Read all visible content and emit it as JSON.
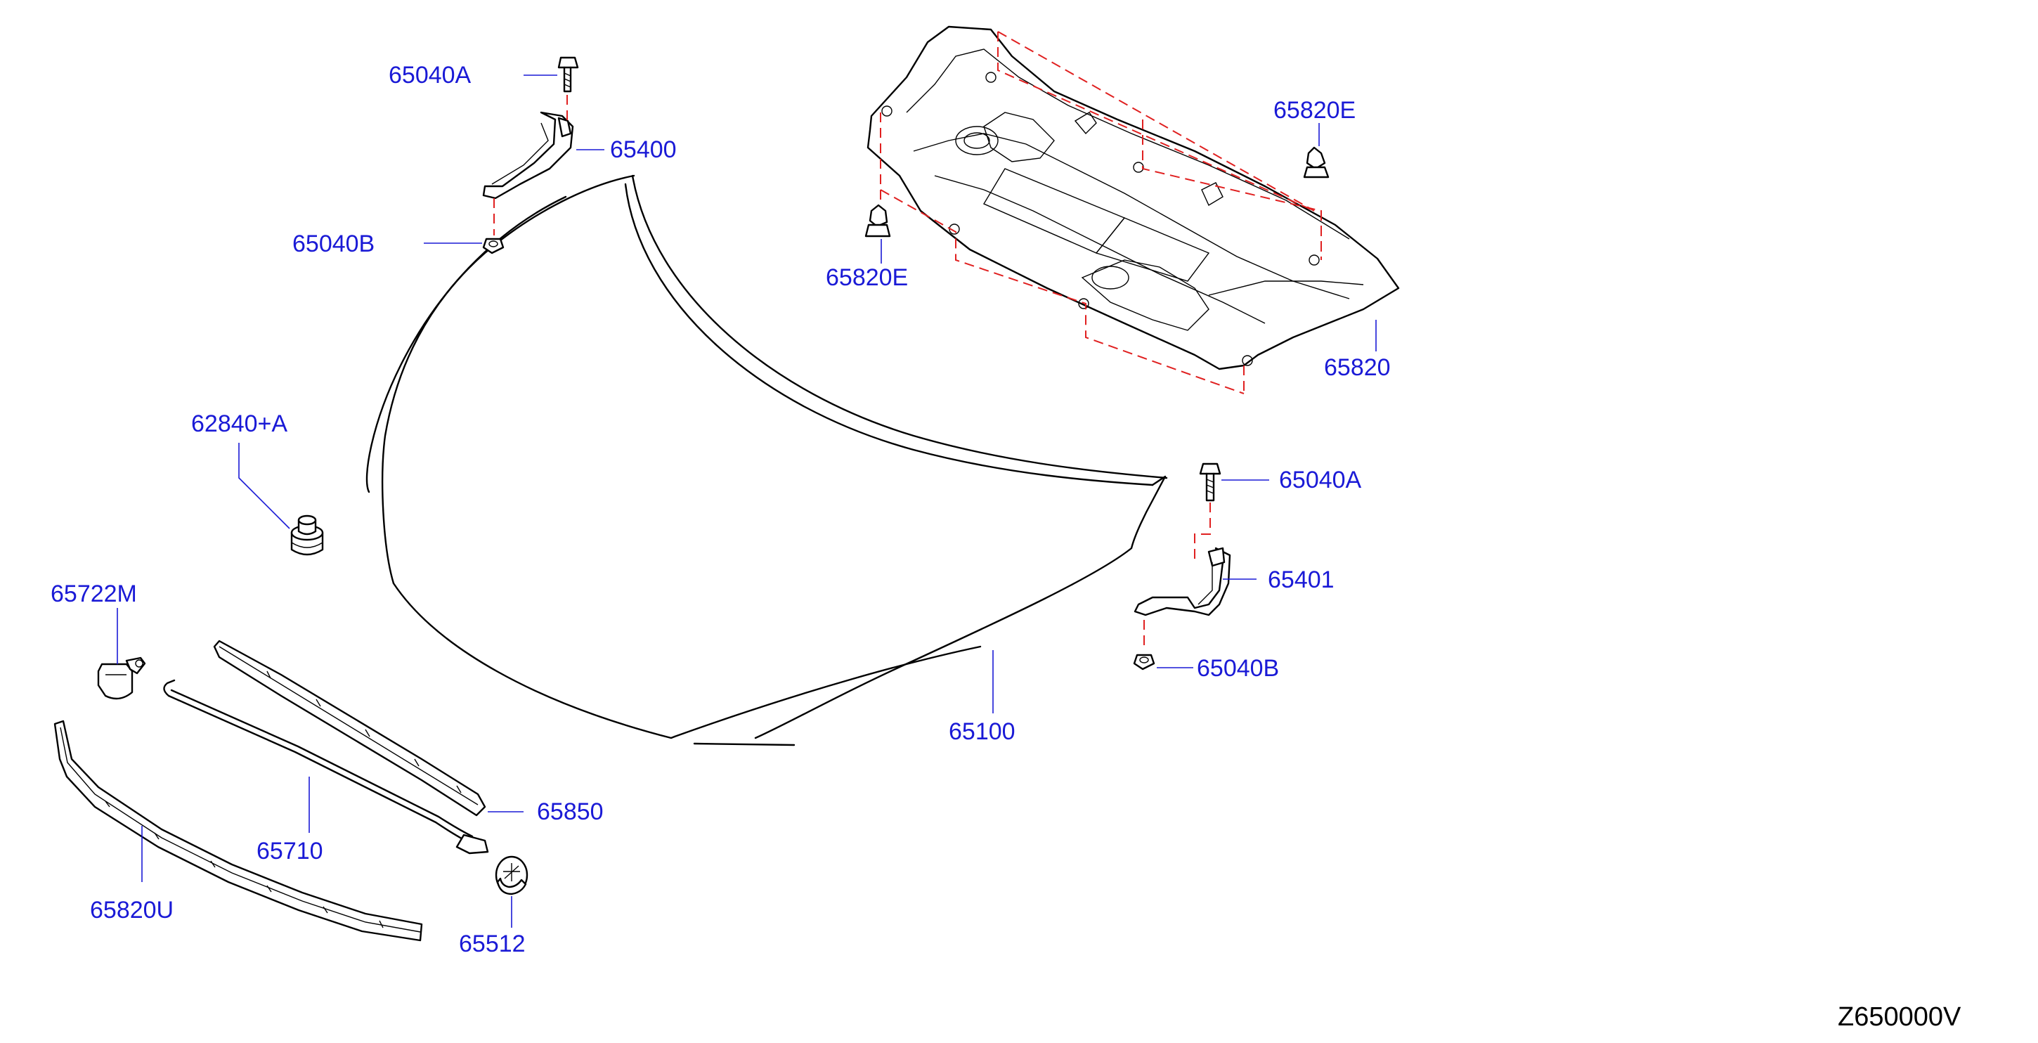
{
  "diagram_code": "Z650000V",
  "colors": {
    "label": "#1a1ad6",
    "leader": "#1a1ad6",
    "dashed_guide": "#e02020",
    "line_art": "#000000"
  },
  "labels": [
    {
      "id": "bolt-upper-left",
      "text": "65040A"
    },
    {
      "id": "hinge-left",
      "text": "65400"
    },
    {
      "id": "nut-upper-left",
      "text": "65040B"
    },
    {
      "id": "clip-left",
      "text": "65820E"
    },
    {
      "id": "clip-right",
      "text": "65820E"
    },
    {
      "id": "insulator",
      "text": "65820"
    },
    {
      "id": "bumper",
      "text": "62840+A"
    },
    {
      "id": "bolt-right",
      "text": "65040A"
    },
    {
      "id": "hinge-right",
      "text": "65401"
    },
    {
      "id": "nut-right",
      "text": "65040B"
    },
    {
      "id": "hood-panel",
      "text": "65100"
    },
    {
      "id": "stay-clip",
      "text": "65722M"
    },
    {
      "id": "seal-rear",
      "text": "65850"
    },
    {
      "id": "hood-stay",
      "text": "65710"
    },
    {
      "id": "seal-front",
      "text": "65820U"
    },
    {
      "id": "grommet",
      "text": "65512"
    }
  ]
}
